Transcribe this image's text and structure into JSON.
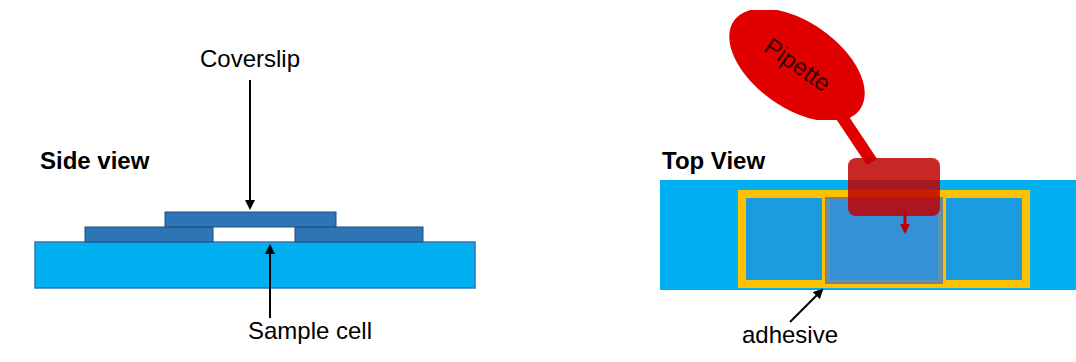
{
  "diagram": {
    "nodes": [
      {
        "text": [
          "Pipette"
        ]
      }
    ],
    "labels": [
      "Side view",
      "Coverslip",
      "Sample cell",
      "Top View",
      "adhesive"
    ]
  }
}
